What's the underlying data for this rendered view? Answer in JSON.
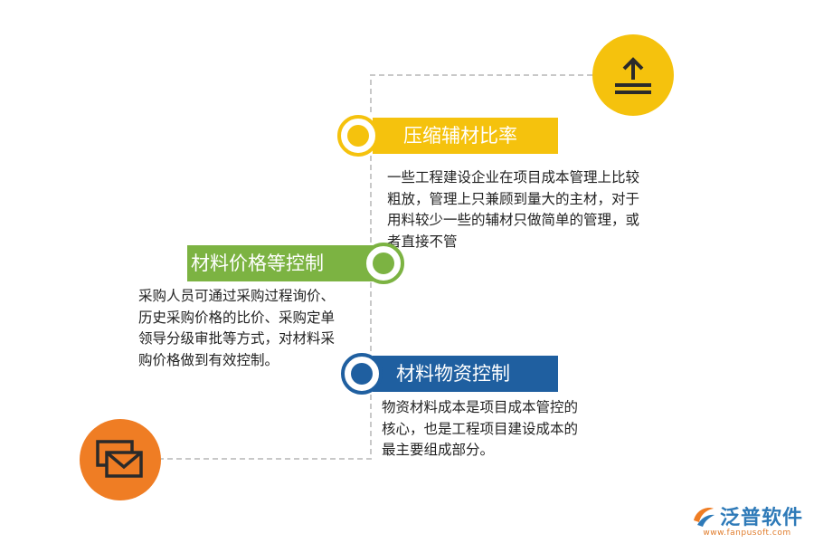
{
  "colors": {
    "yellow": "#f5c20d",
    "green": "#7cb342",
    "blue": "#1f5fa0",
    "orange": "#ef7d24",
    "dashed_line": "#c8c8c8"
  },
  "icons": {
    "top": "upload-icon",
    "bottom": "mail-icon",
    "logo": "fanpu-logo-icon"
  },
  "items": [
    {
      "title": "压缩辅材比率",
      "text": "一些工程建设企业在项目成本管理上比较粗放，管理上只兼顾到量大的主材，对于用料较少一些的辅材只做简单的管理，或者直接不管"
    },
    {
      "title": "材料价格等控制",
      "text": "采购人员可通过采购过程询价、历史采购价格的比价、采购定单领导分级审批等方式，对材料采购价格做到有效控制。"
    },
    {
      "title": "材料物资控制",
      "text": "物资材料成本是项目成本管控的核心，也是工程项目建设成本的最主要组成部分。"
    }
  ],
  "logo": {
    "name": "泛普软件",
    "url": "www.fanpusoft.com"
  }
}
